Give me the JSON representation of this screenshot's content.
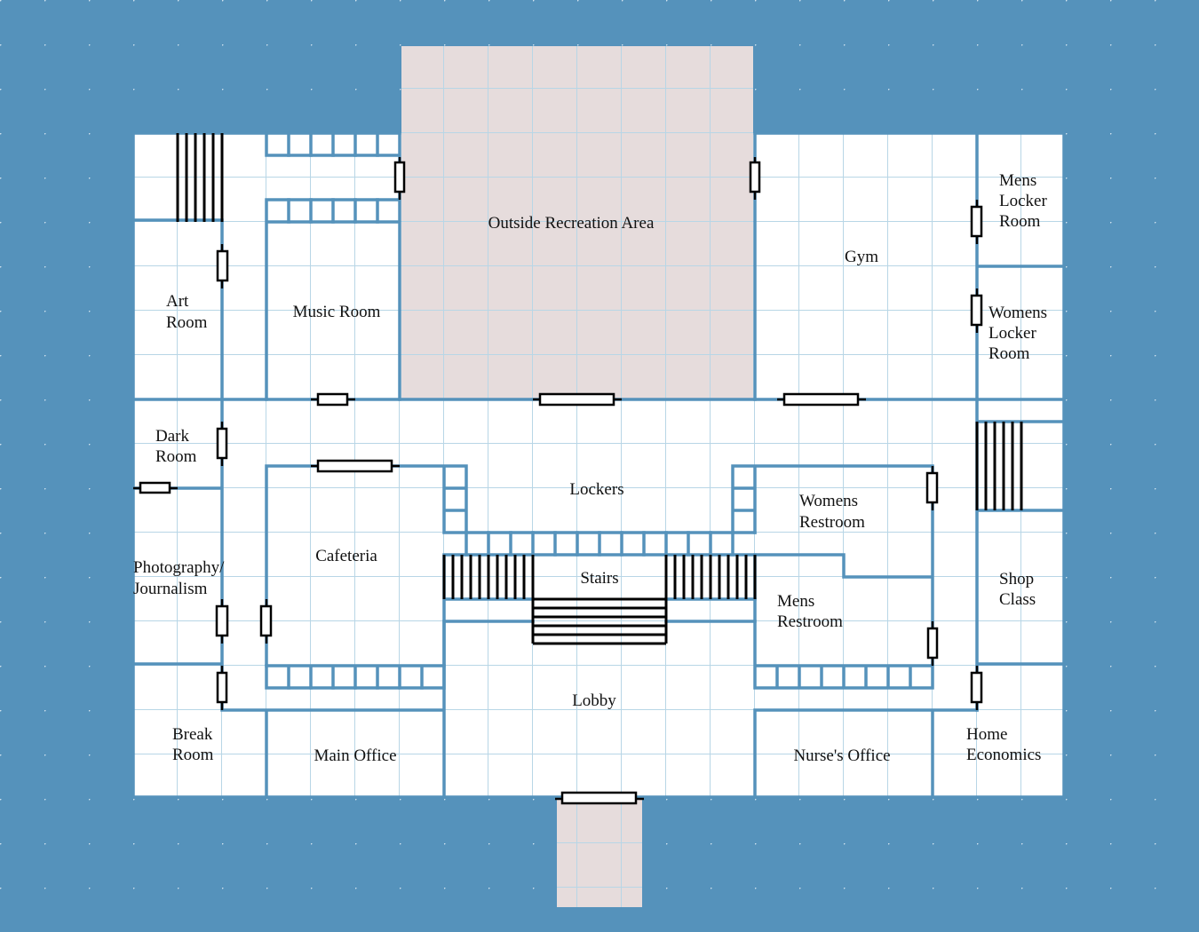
{
  "colors": {
    "background": "#5592bb",
    "wall": "#5592bb",
    "floor": "#ffffff",
    "grid": "#b8d6e6",
    "outdoor": "#e6dcdc"
  },
  "rooms": {
    "outside_recreation": "Outside Recreation Area",
    "art_room": [
      "Art",
      "Room"
    ],
    "music_room": "Music Room",
    "gym": "Gym",
    "mens_locker": [
      "Mens",
      "Locker",
      "Room"
    ],
    "womens_locker": [
      "Womens",
      "Locker",
      "Room"
    ],
    "dark_room": [
      "Dark",
      "Room"
    ],
    "lockers": "Lockers",
    "womens_restroom": [
      "Womens",
      "Restroom"
    ],
    "photography": [
      "Photography/",
      "Journalism"
    ],
    "cafeteria": "Cafeteria",
    "stairs": "Stairs",
    "mens_restroom": [
      "Mens",
      "Restroom"
    ],
    "shop_class": [
      "Shop",
      "Class"
    ],
    "lobby": "Lobby",
    "break_room": [
      "Break",
      "Room"
    ],
    "main_office": "Main Office",
    "nurses_office": "Nurse's Office",
    "home_economics": [
      "Home",
      "Economics"
    ]
  }
}
